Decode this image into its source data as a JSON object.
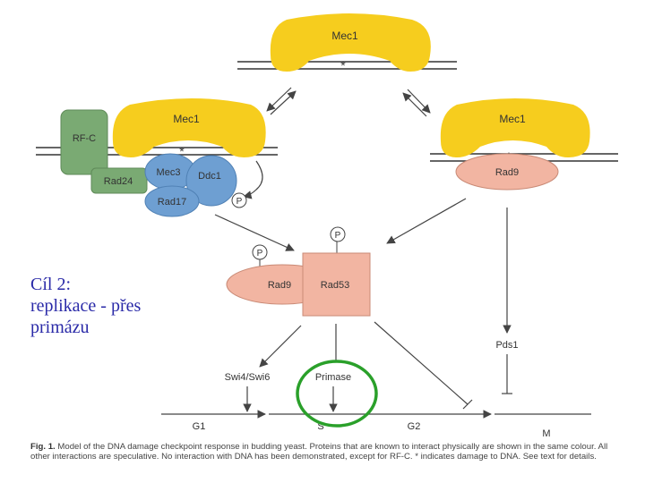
{
  "slide": {
    "title_lines": [
      "Cíl 2:",
      "replikace - přes",
      "primázu"
    ]
  },
  "diagram": {
    "proteins": {
      "mec1_top": "Mec1",
      "mec1_left": "Mec1",
      "mec1_right": "Mec1",
      "rfc": "RF-C",
      "rad24": "Rad24",
      "mec3": "Mec3",
      "ddc1": "Ddc1",
      "rad17": "Rad17",
      "rad9_right": "Rad9",
      "rad9_center": "Rad9",
      "rad53": "Rad53",
      "swi4_swi6": "Swi4/Swi6",
      "primase": "Primase",
      "pds1": "Pds1"
    },
    "phosphate": "P",
    "damage_mark": "*",
    "cell_cycle": {
      "phases": [
        "G1",
        "S",
        "G2",
        "M"
      ]
    },
    "colors": {
      "mec1": "#f6cd1e",
      "rfc_group": "#7aaa73",
      "mec3_group": "#6e9fd2",
      "rad_pink": "#f2b5a2",
      "highlight_circle": "#2aa02a",
      "line": "#444444"
    }
  },
  "caption": {
    "label": "Fig. 1.",
    "text": "Model of the DNA damage checkpoint response in budding yeast. Proteins that are known to interact physically are shown in the same colour. All other interactions are speculative. No interaction with DNA has been demonstrated, except for RF-C. * indicates damage to DNA. See text for details."
  }
}
